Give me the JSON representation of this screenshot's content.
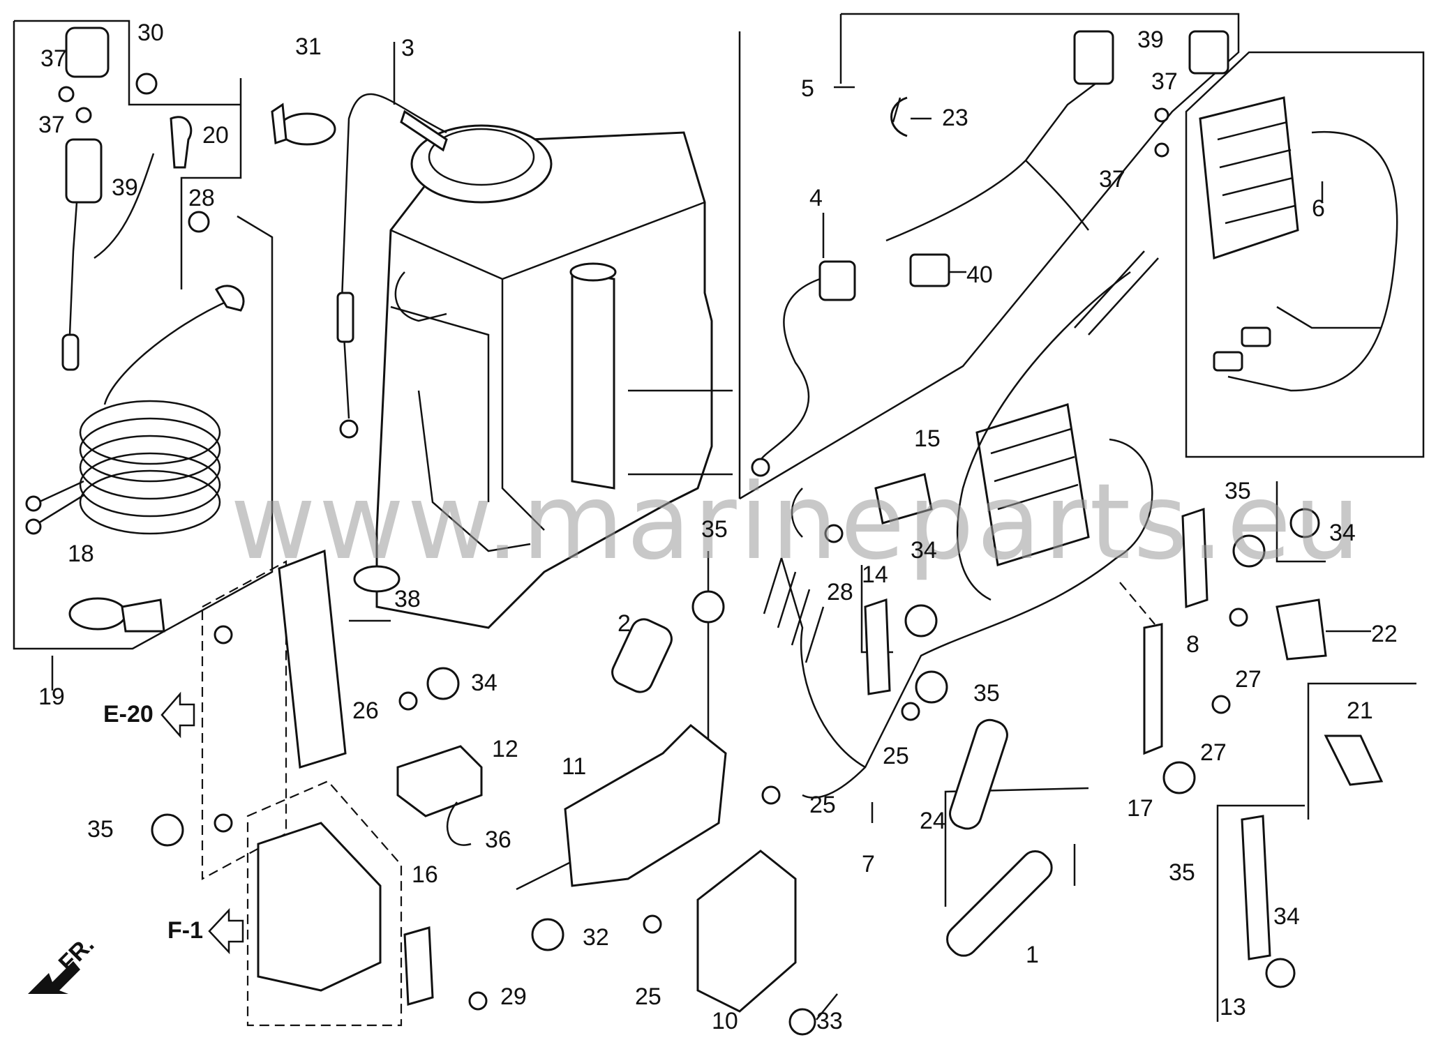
{
  "watermark": "www.marineparts.eu",
  "references": {
    "e20": "E-20",
    "f1": "F-1",
    "front": "FR."
  },
  "labels": {
    "l1": "1",
    "l2": "2",
    "l3": "3",
    "l4": "4",
    "l5": "5",
    "l6": "6",
    "l7": "7",
    "l8": "8",
    "l10": "10",
    "l11": "11",
    "l12": "12",
    "l13": "13",
    "l14": "14",
    "l15": "15",
    "l16": "16",
    "l17": "17",
    "l18": "18",
    "l19": "19",
    "l20": "20",
    "l21": "21",
    "l22": "22",
    "l23": "23",
    "l24": "24",
    "l25": "25",
    "l26": "26",
    "l27": "27",
    "l28": "28",
    "l29": "29",
    "l30": "30",
    "l31": "31",
    "l32": "32",
    "l33": "33",
    "l34": "34",
    "l35": "35",
    "l36": "36",
    "l37": "37",
    "l38": "38",
    "l39": "39",
    "l40": "40"
  }
}
